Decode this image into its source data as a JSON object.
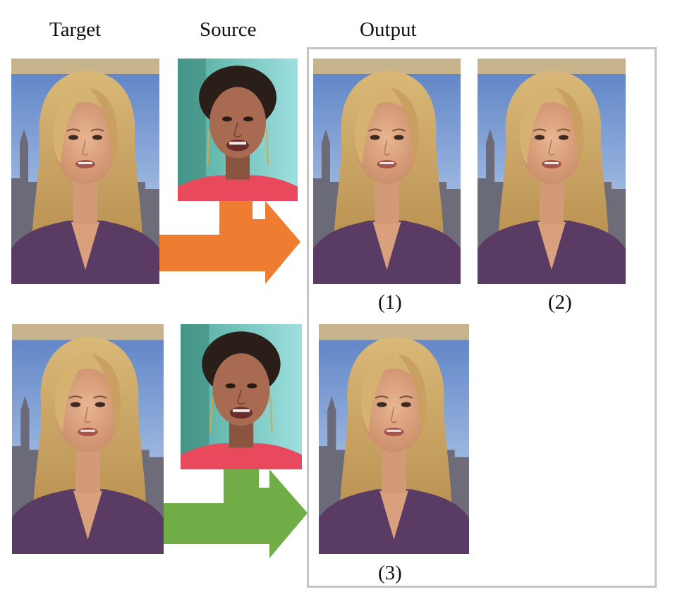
{
  "headers": {
    "target": "Target",
    "source": "Source",
    "output": "Output"
  },
  "captions": {
    "out1": "(1)",
    "out2": "(2)",
    "out3": "(3)"
  },
  "colors": {
    "row1_arrow": "#ef7d31",
    "row2_arrow": "#70ad47",
    "frame": "#c4c4c4"
  },
  "images": {
    "row1_target": "blonde-newscaster-photo",
    "row1_source": "short-haired-woman-photo",
    "row1_output1": "reenacted-newscaster-photo",
    "row1_output2": "reenacted-newscaster-photo",
    "row2_target": "blonde-newscaster-photo",
    "row2_source": "short-haired-woman-smiling-photo",
    "row2_output3": "reenacted-newscaster-photo"
  }
}
